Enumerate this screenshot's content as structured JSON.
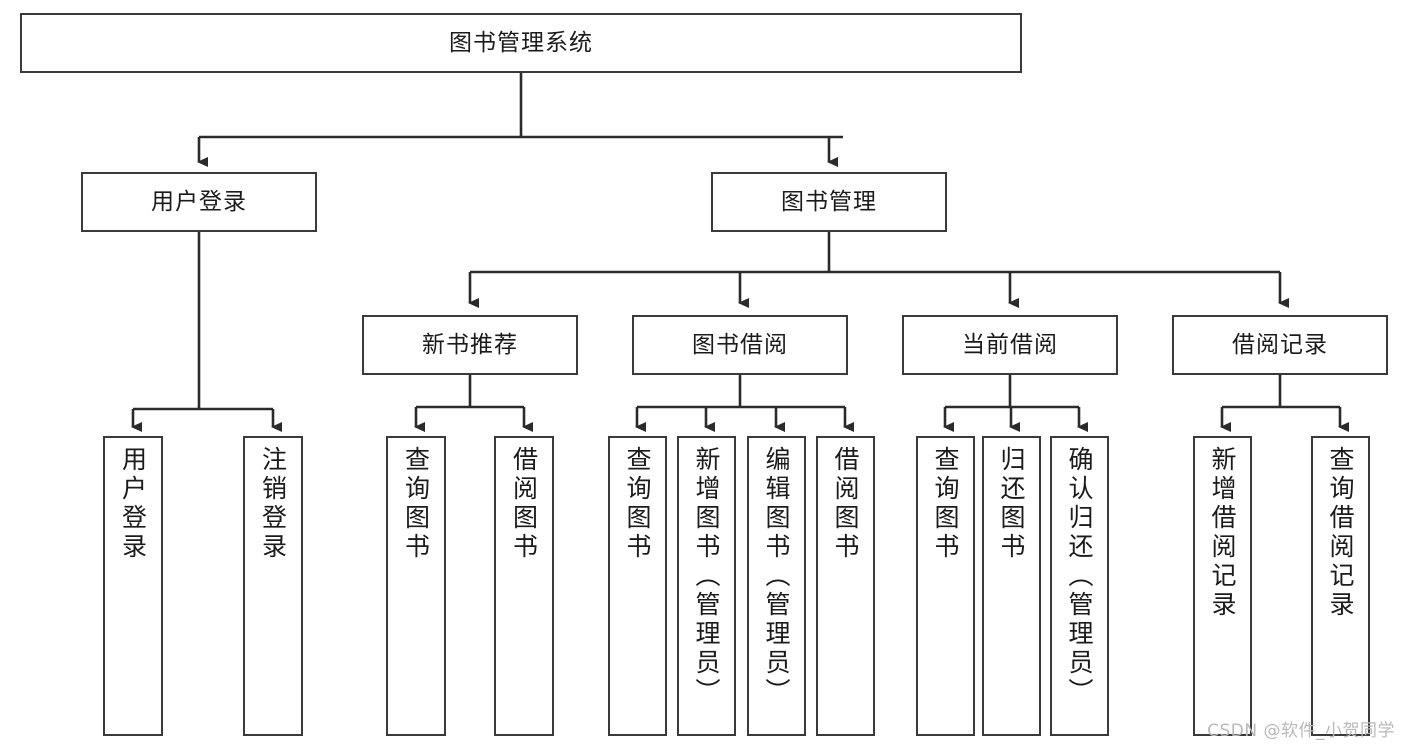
{
  "diagram": {
    "title": "图书管理系统",
    "watermark": "CSDN @软件_小贺同学",
    "colors": {
      "box_border": "#3a3a3a",
      "box_fill": "#ffffff",
      "connector": "#2b2b2b",
      "text": "#1b1b1b",
      "watermark": "#b9b9b9"
    },
    "root": {
      "label": "图书管理系统"
    },
    "level2": [
      {
        "label": "用户登录"
      },
      {
        "label": "图书管理"
      }
    ],
    "level3": [
      {
        "label": "新书推荐"
      },
      {
        "label": "图书借阅"
      },
      {
        "label": "当前借阅"
      },
      {
        "label": "借阅记录"
      }
    ],
    "leaves": {
      "user_login": [
        {
          "label": "用户登录"
        },
        {
          "label": "注销登录"
        }
      ],
      "new_book_recommend": [
        {
          "label": "查询图书"
        },
        {
          "label": "借阅图书"
        }
      ],
      "book_borrow": [
        {
          "label": "查询图书"
        },
        {
          "label": "新增图书（管理员）"
        },
        {
          "label": "编辑图书（管理员）"
        },
        {
          "label": "借阅图书"
        }
      ],
      "current_borrow": [
        {
          "label": "查询图书"
        },
        {
          "label": "归还图书"
        },
        {
          "label": "确认归还（管理员）"
        }
      ],
      "borrow_records": [
        {
          "label": "新增借阅记录"
        },
        {
          "label": "查询借阅记录"
        }
      ]
    }
  }
}
